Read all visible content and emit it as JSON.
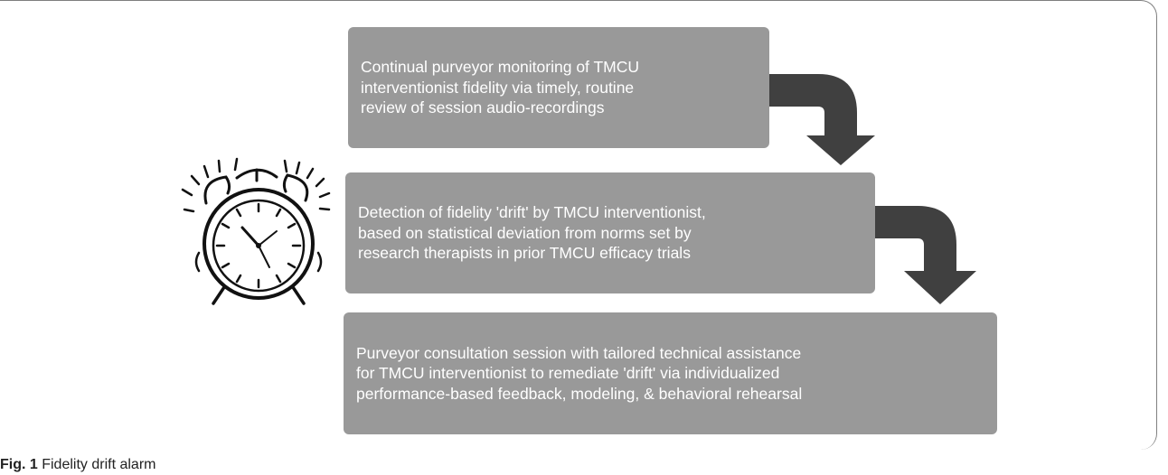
{
  "steps": [
    {
      "text": "Continual purveyor monitoring of TMCU\ninterventionist fidelity via timely, routine\nreview of session audio-recordings"
    },
    {
      "text": "Detection of fidelity 'drift' by TMCU interventionist,\nbased on statistical deviation from norms set by\nresearch therapists in prior TMCU efficacy trials"
    },
    {
      "text": "Purveyor consultation session with tailored technical assistance\nfor TMCU interventionist to remediate 'drift' via individualized\nperformance-based feedback, modeling, & behavioral rehearsal"
    }
  ],
  "caption": {
    "label": "Fig. 1",
    "text": " Fidelity drift alarm"
  },
  "colors": {
    "box": "#999999",
    "arrow": "#404040",
    "box_text": "#ffffff"
  },
  "icons": [
    "alarm-clock-icon",
    "curved-arrow-icon"
  ]
}
